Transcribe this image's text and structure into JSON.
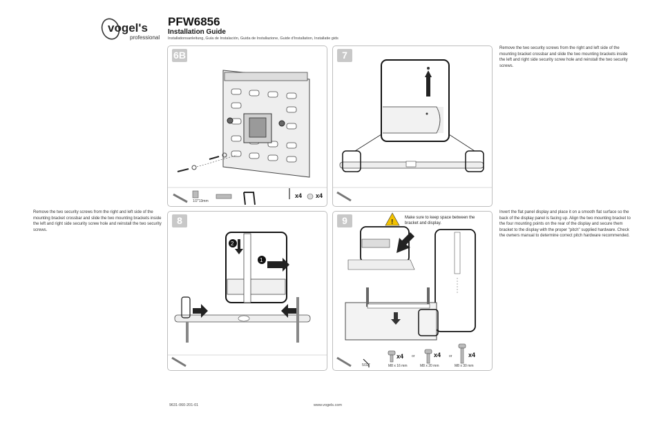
{
  "header": {
    "logo_text": "vogel's",
    "logo_sub": "professional",
    "product": "PFW6856",
    "guide_title": "Installation Guide",
    "languages": "Installationsanleitung, Guía de Instalación, Guida de Installazione, Guide d'Installation, Installatie gids"
  },
  "panels": {
    "p6b": {
      "num": "6B",
      "tool_size": "1/2\"13mm",
      "qty_a": "x4",
      "qty_b": "x4"
    },
    "p7": {
      "num": "7"
    },
    "p8": {
      "num": "8"
    },
    "p9": {
      "num": "9",
      "warning": "Make sure to keep space between the bracket and display.",
      "hex_size": "5/32\"",
      "qty1": "x4",
      "qty2": "x4",
      "qty3": "x4",
      "or1": "or",
      "or2": "or",
      "screw1": "M8 x 16 mm",
      "screw2": "M8 x 20 mm",
      "screw3": "M8 x 30 mm"
    }
  },
  "texts": {
    "step7": "Remove the two security screws from the right and left side of the mounting bracket crossbar and slide the two mounting brackets inside the left and right side security screw hole and reinstall the two security screws.",
    "step8": "Remove the two security screws from the right and left side of the mounting bracket crossbar and slide the two mounting brackets inside the left and right side security screw hole and reinstall the two security screws.",
    "step9": "Invert the flat panel display and place it on a smooth flat surface so the back of the display panel is facing up. Align the two mounting bracket to the four mounting points on the rear of the display and secure them bracket to the display with the proper \"pitch\" supplied hardware. Check the owners manual to determine correct pitch hardware recommended."
  },
  "footer": {
    "doc_number": "9631-060-201-01",
    "website": "www.vogels.com"
  }
}
